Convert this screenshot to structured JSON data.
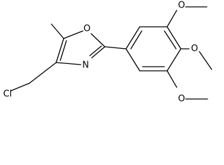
{
  "atoms": {
    "chlorine": "Cl",
    "ring_oxygen": "O",
    "ring_nitrogen": "N",
    "methoxy_top_oxygen": "O",
    "methoxy_middle_oxygen": "O",
    "methoxy_bottom_oxygen": "O"
  }
}
